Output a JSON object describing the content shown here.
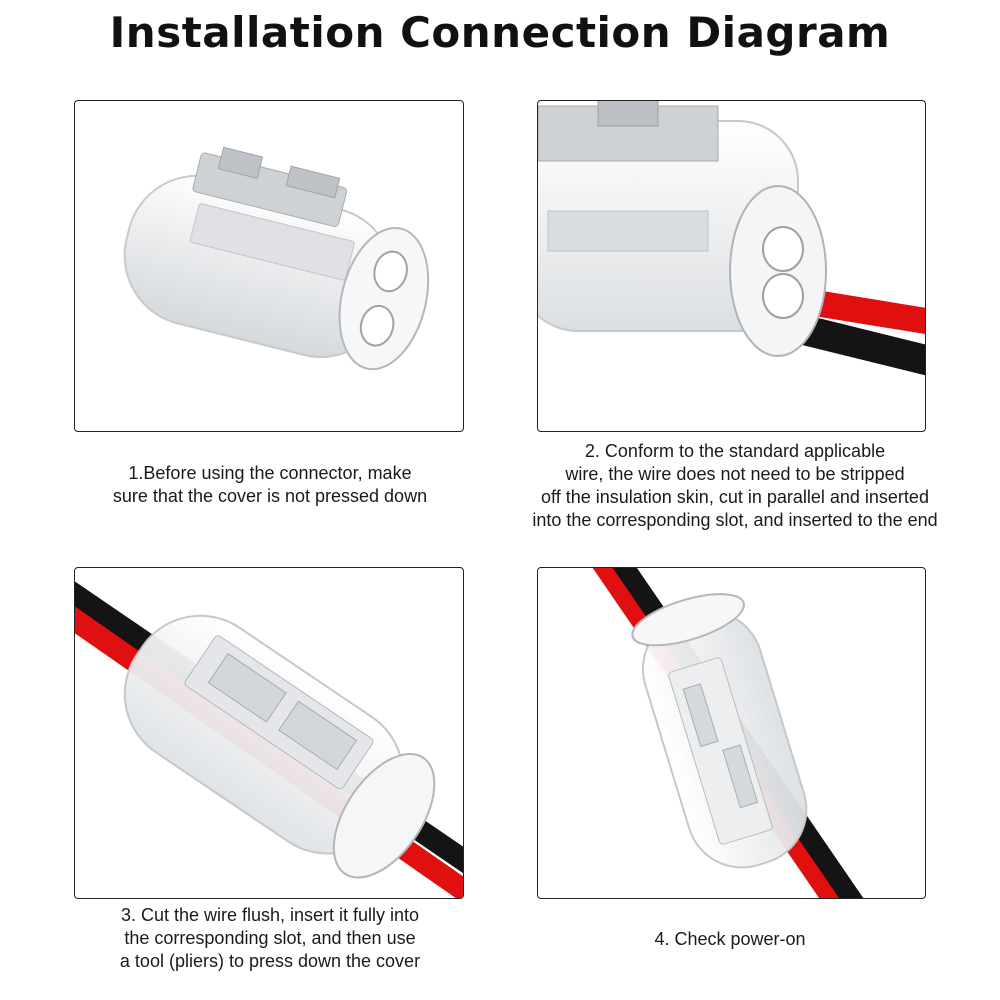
{
  "title": "Installation Connection Diagram",
  "steps": [
    {
      "lines": [
        "1.Before using the connector, make",
        "sure that the cover is not pressed down"
      ]
    },
    {
      "lines": [
        "2. Conform to the standard applicable",
        "wire, the wire does not need to be stripped",
        "off the insulation skin, cut in parallel and inserted",
        "into the corresponding slot, and inserted to the end"
      ]
    },
    {
      "lines": [
        "3. Cut the wire flush, insert it fully into",
        "the corresponding slot, and then use",
        "a tool (pliers) to press down the cover"
      ]
    },
    {
      "lines": [
        "4. Check power-on"
      ]
    }
  ],
  "colors": {
    "wire_red": "#e01010",
    "wire_black": "#141414",
    "connector_body": "#eef0f2",
    "connector_inner": "#b9bcc0",
    "panel_border": "#222222"
  },
  "icons": [
    "connector-open-icon",
    "wire-inserted-icon",
    "connector-pressed-icon",
    "connector-powered-icon"
  ]
}
